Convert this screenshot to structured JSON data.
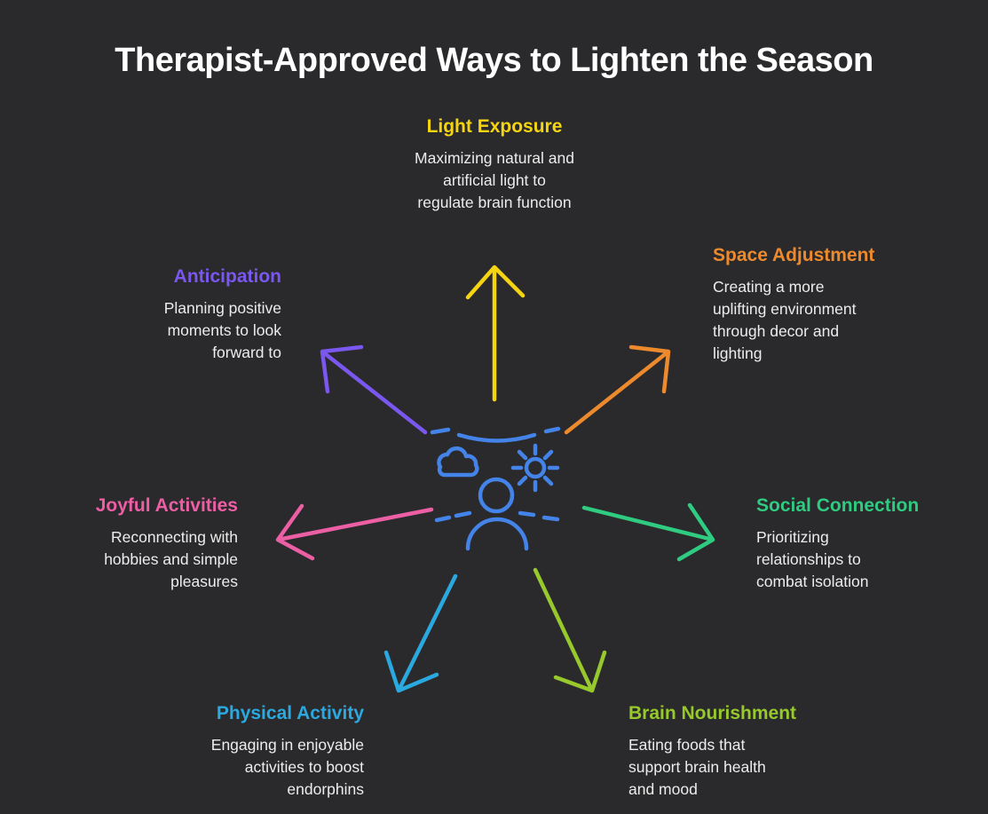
{
  "title": "Therapist-Approved Ways to Lighten the Season",
  "colors": {
    "background": "#2A2A2C",
    "title_text": "#FFFFFF",
    "body_text": "#ECECEC",
    "center_icon_blue": "#4483E8"
  },
  "center": {
    "icons": [
      "cloud-icon",
      "sun-icon",
      "person-icon"
    ]
  },
  "sections": [
    {
      "label": "Light Exposure",
      "description": "Maximizing natural and\nartificial light to\nregulate brain function",
      "color": "#F5D511",
      "position": "top"
    },
    {
      "label": "Space Adjustment",
      "description": "Creating a more\nuplifting environment\nthrough decor and\nlighting",
      "color": "#ED8A2D",
      "position": "upper-right"
    },
    {
      "label": "Anticipation",
      "description": "Planning positive\nmoments to look\nforward to",
      "color": "#7A57EE",
      "position": "upper-left"
    },
    {
      "label": "Social Connection",
      "description": "Prioritizing\nrelationships to\ncombat isolation",
      "color": "#2FCB81",
      "position": "right"
    },
    {
      "label": "Joyful Activities",
      "description": "Reconnecting with\nhobbies and simple\npleasures",
      "color": "#ED5FA5",
      "position": "left"
    },
    {
      "label": "Brain Nourishment",
      "description": "Eating foods that\nsupport brain health\nand mood",
      "color": "#97C82C",
      "position": "lower-right"
    },
    {
      "label": "Physical Activity",
      "description": "Engaging in enjoyable\nactivities to boost\nendorphins",
      "color": "#2AA9E0",
      "position": "lower-left"
    }
  ]
}
